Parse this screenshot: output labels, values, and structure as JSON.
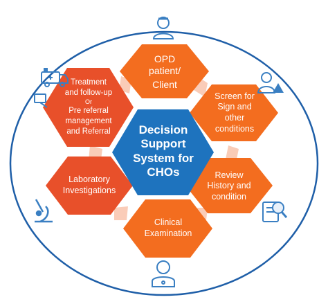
{
  "colors": {
    "orange": "#F36D1F",
    "red_orange": "#E8502A",
    "blue": "#1E73BE",
    "ring": "#1F5FA8",
    "connector": "#F9C7B0",
    "icon": "#3A7FC2"
  },
  "center": {
    "lines": [
      "Decision",
      "Support",
      "System for",
      "CHOs"
    ]
  },
  "nodes": {
    "opd": {
      "lines": [
        "OPD",
        "patient/",
        "Client"
      ]
    },
    "screen": {
      "lines": [
        "Screen for",
        "Sign and",
        "other",
        "conditions"
      ]
    },
    "review": {
      "lines": [
        "Review",
        "History and",
        "condition"
      ]
    },
    "clinical": {
      "lines": [
        "Clinical",
        "Examination"
      ]
    },
    "lab": {
      "lines": [
        "Laboratory",
        "Investigations"
      ]
    },
    "treatment": {
      "lines": [
        "Treatment",
        "and follow-up",
        "Or",
        "Pre referral",
        "management",
        "and Referral"
      ]
    }
  },
  "icons": {
    "top": "nurse-icon",
    "top_right": "patient-warning-icon",
    "bottom_right": "document-search-icon",
    "bottom": "doctor-icon",
    "left_bottom": "microscope-icon",
    "left_top": "ambulance-icon"
  }
}
